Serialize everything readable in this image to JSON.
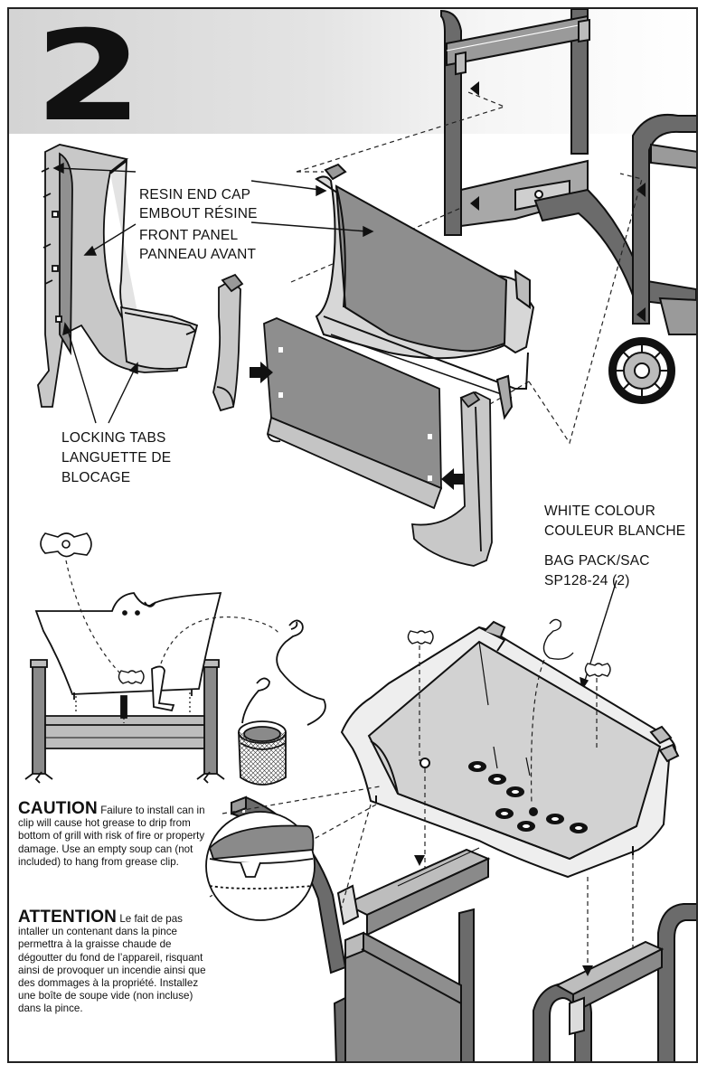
{
  "step_number": "2",
  "labels": {
    "resin_end_cap_en": "RESIN END CAP",
    "resin_end_cap_fr": "EMBOUT RÉSINE",
    "front_panel_en": "FRONT PANEL",
    "front_panel_fr": "PANNEAU AVANT",
    "locking_tabs_en": "LOCKING TABS",
    "locking_tabs_fr_1": "LANGUETTE DE",
    "locking_tabs_fr_2": "BLOCAGE",
    "white_colour_en": "WHITE COLOUR",
    "white_colour_fr": "COULEUR BLANCHE",
    "bag_pack": "BAG PACK/SAC",
    "part_number": "SP128-24 (2)"
  },
  "caution": {
    "heading": "CAUTION",
    "text_1": "Failure to install can",
    "text_2": "in clip will cause hot grease to drip from bottom of grill with risk of fire or property damage. Use an empty soup can (not included) to hang from grease clip."
  },
  "attention": {
    "heading": "ATTENTION",
    "text_1": "Le fait de pas",
    "text_2": "intaller un contenant dans la pince permettra à la graisse chaude de dégoutter du fond de l’appareil, risquant ainsi de provoquer un incendie ainsi que des dommages à la propriété. Installez une boîte de soupe vide (non incluse) dans la pince."
  },
  "colors": {
    "ink": "#111111",
    "panel_gray": "#8a8a8a",
    "frame_gray": "#6a6a6a",
    "band_gray": "#d4d4d4"
  },
  "icons": [
    "arrow-right-icon",
    "arrow-left-icon",
    "wing-nut-icon",
    "grease-clip-icon",
    "soup-can-icon",
    "wheel-icon"
  ]
}
